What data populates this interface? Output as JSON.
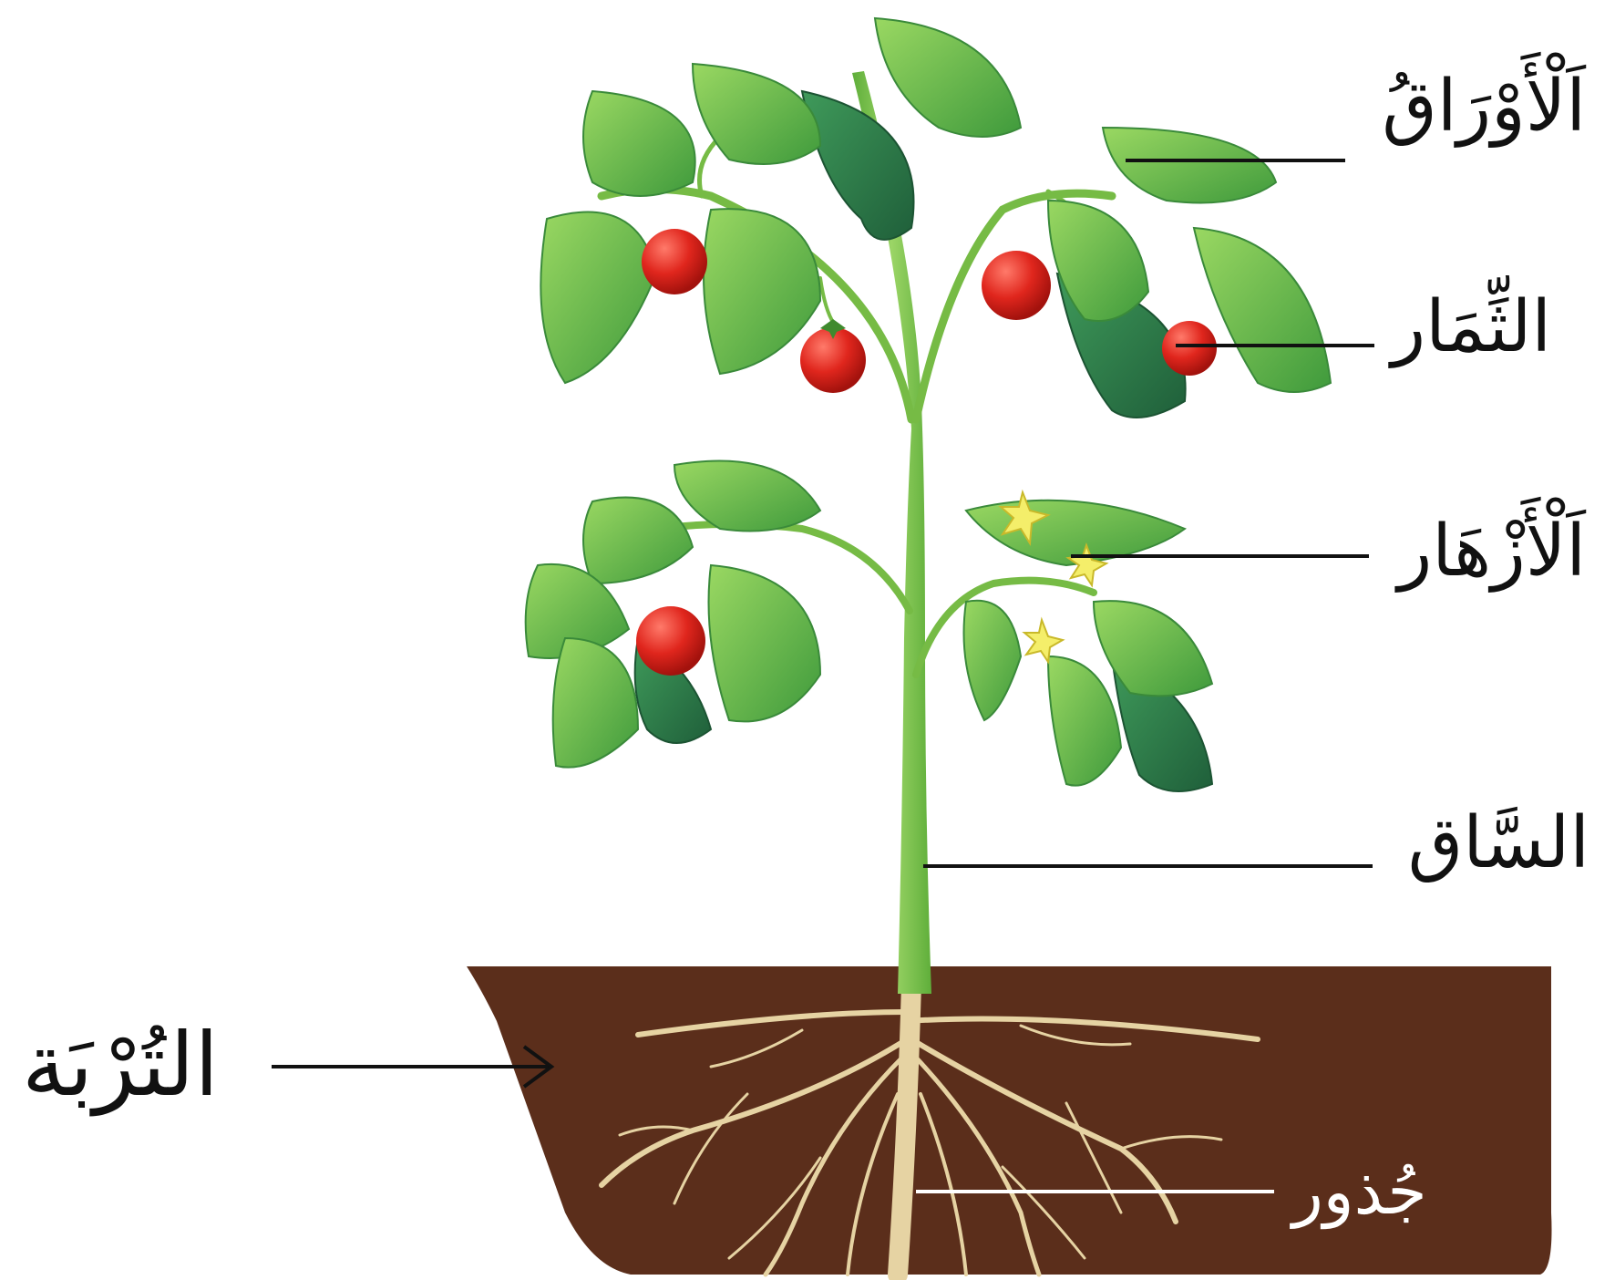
{
  "labels": {
    "leaves": "اَلْأَوْرَاقُ",
    "fruits": "الثِّمَار",
    "flowers": "اَلْأَزْهَار",
    "stem": "السَّاق",
    "soil": "التُرْبَة",
    "roots": "جُذور"
  },
  "colors": {
    "soil": "#5b2e1b",
    "stem": "#7cc04a",
    "leaf_light": "#8fd05a",
    "leaf_dark": "#2e7d46",
    "fruit": "#d9231c",
    "flower": "#f4ee6a",
    "root": "#e6d3a3"
  }
}
